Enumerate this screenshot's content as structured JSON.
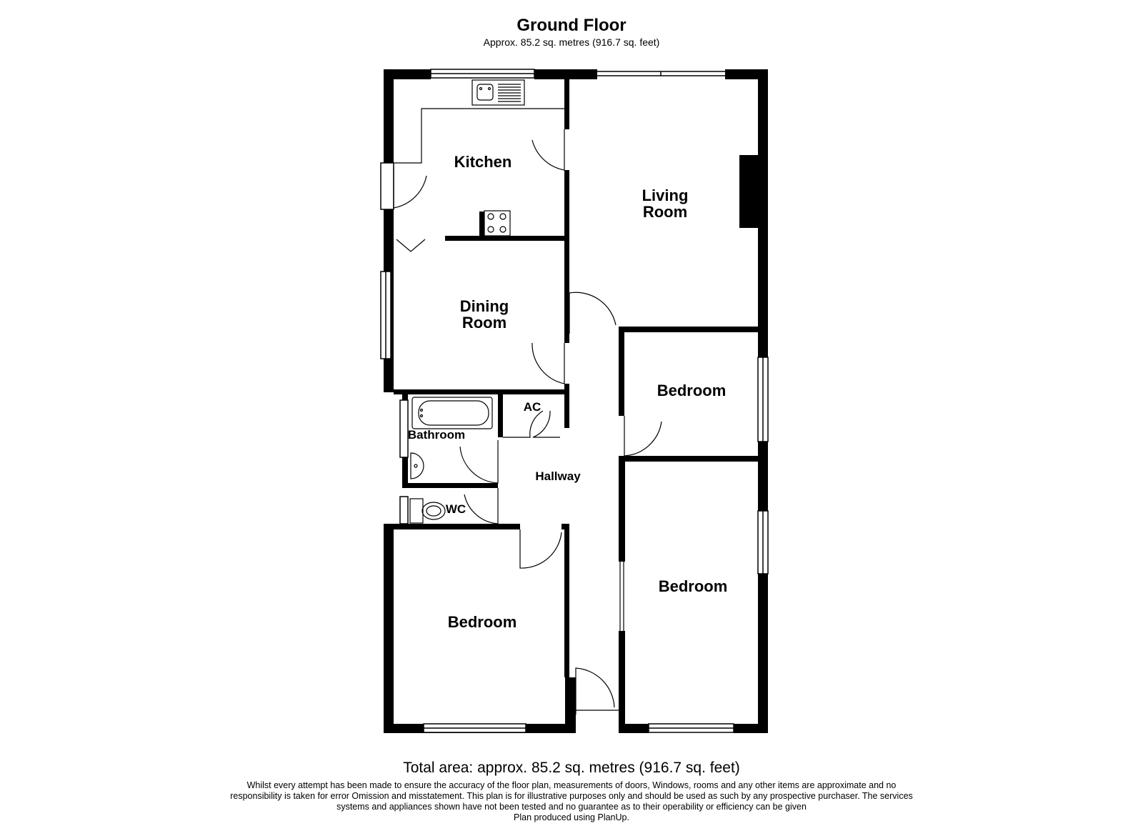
{
  "header": {
    "title": "Ground Floor",
    "subtitle": "Approx. 85.2 sq. metres (916.7 sq. feet)"
  },
  "rooms": {
    "kitchen": "Kitchen",
    "living_line1": "Living",
    "living_line2": "Room",
    "dining_line1": "Dining",
    "dining_line2": "Room",
    "bedroom_right_upper": "Bedroom",
    "bedroom_right_lower": "Bedroom",
    "bedroom_left": "Bedroom",
    "ac": "AC",
    "bathroom": "Bathroom",
    "hallway": "Hallway",
    "wc": "WC"
  },
  "footer": {
    "total_area": "Total area: approx. 85.2 sq. metres (916.7 sq. feet)",
    "disclaimer_line1": "Whilst every attempt has been made to ensure the accuracy of the floor plan, measurements of doors, Windows, rooms and any other items are approximate and no",
    "disclaimer_line2": "responsibility is taken for error Omission and misstatement. This plan is for illustrative purposes only and should be used as such by any prospective purchaser. The services",
    "disclaimer_line3": "systems and appliances shown have not been tested and no guarantee as to their operability or efficiency can be given",
    "produced_by": "Plan produced using PlanUp."
  }
}
